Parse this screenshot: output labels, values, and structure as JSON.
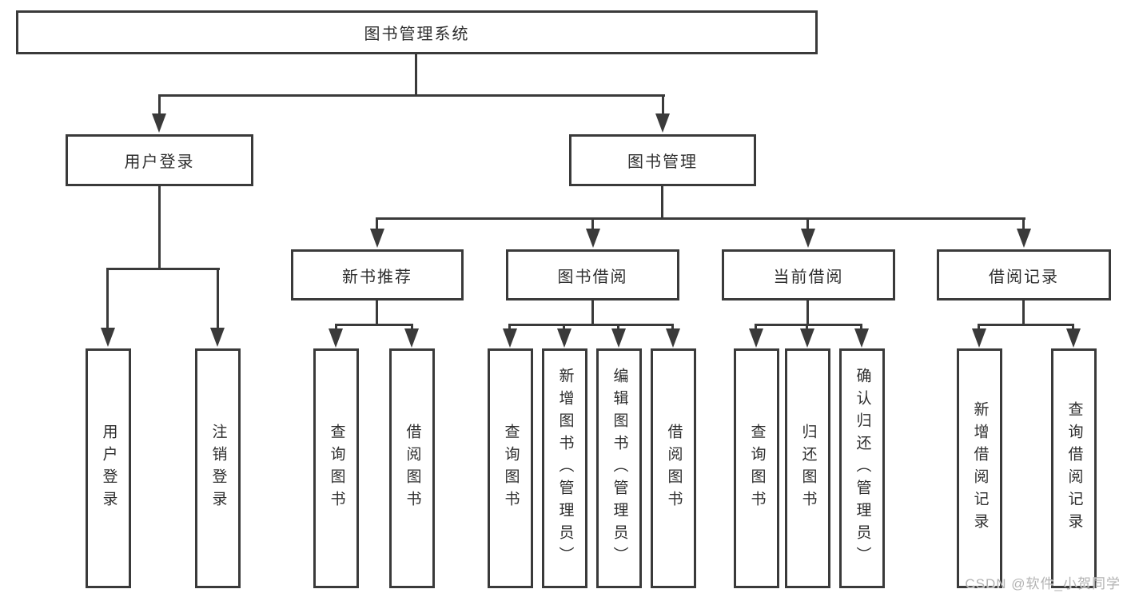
{
  "colors": {
    "line": "#3a3a3a",
    "text": "#2e2e2e",
    "watermark": "#b3b3b3"
  },
  "watermark": {
    "text": "CSDN @软件_小贺同学"
  },
  "nodes": {
    "root": {
      "label": "图书管理系统"
    },
    "user_login": {
      "label": "用户登录",
      "children": {
        "login": {
          "label": "用户登录"
        },
        "logout": {
          "label": "注销登录"
        }
      }
    },
    "book_management": {
      "label": "图书管理",
      "children": {
        "new_book_recommend": {
          "label": "新书推荐",
          "children": {
            "query_books": {
              "label": "查询图书"
            },
            "borrow_books": {
              "label": "借阅图书"
            }
          }
        },
        "book_borrowing": {
          "label": "图书借阅",
          "children": {
            "query_books": {
              "label": "查询图书"
            },
            "add_books_admin": {
              "label": "新增图书（管理员）"
            },
            "edit_books_admin": {
              "label": "编辑图书（管理员）"
            },
            "borrow_books": {
              "label": "借阅图书"
            }
          }
        },
        "current_borrowing": {
          "label": "当前借阅",
          "children": {
            "query_books": {
              "label": "查询图书"
            },
            "return_books": {
              "label": "归还图书"
            },
            "confirm_return_admin": {
              "label": "确认归还（管理员）"
            }
          }
        },
        "borrowing_records": {
          "label": "借阅记录",
          "children": {
            "add_borrow_record": {
              "label": "新增借阅记录"
            },
            "query_borrow_record": {
              "label": "查询借阅记录"
            }
          }
        }
      }
    }
  }
}
